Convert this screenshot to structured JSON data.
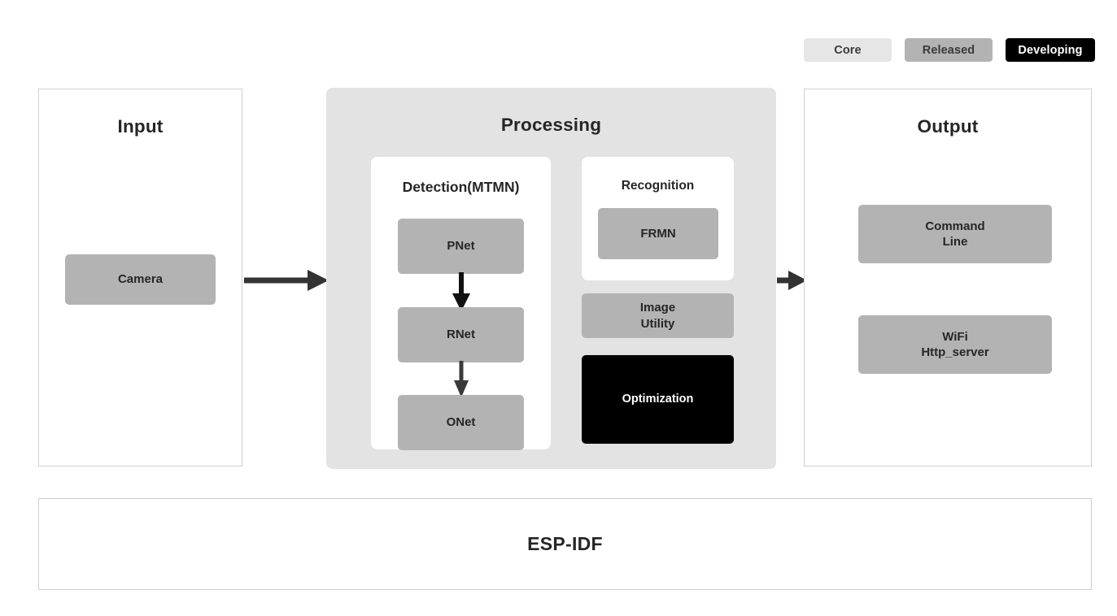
{
  "legend": {
    "items": [
      {
        "label": "Core",
        "status": "core",
        "color": "#e6e6e6"
      },
      {
        "label": "Released",
        "status": "released",
        "color": "#b3b3b3"
      },
      {
        "label": "Developing",
        "status": "developing",
        "color": "#000000"
      }
    ]
  },
  "input": {
    "title": "Input",
    "nodes": [
      {
        "label": "Camera",
        "status": "released"
      }
    ]
  },
  "processing": {
    "title": "Processing",
    "detection": {
      "title": "Detection(MTMN)",
      "nodes": [
        {
          "label": "PNet",
          "status": "released"
        },
        {
          "label": "RNet",
          "status": "released"
        },
        {
          "label": "ONet",
          "status": "released"
        }
      ]
    },
    "recognition": {
      "title": "Recognition",
      "nodes": [
        {
          "label": "FRMN",
          "status": "released"
        }
      ]
    },
    "extras": [
      {
        "label": "Image\nUtility",
        "status": "released"
      },
      {
        "label": "Optimization",
        "status": "developing"
      }
    ]
  },
  "output": {
    "title": "Output",
    "nodes": [
      {
        "label": "Command\nLine",
        "status": "released"
      },
      {
        "label": "WiFi\nHttp_server",
        "status": "released"
      }
    ]
  },
  "footer": {
    "label": "ESP-IDF",
    "status": "core"
  },
  "arrows": {
    "input_to_processing": "arrow-right",
    "processing_to_output": "arrow-right",
    "pnet_to_rnet": "arrow-down",
    "rnet_to_onet": "arrow-down"
  }
}
